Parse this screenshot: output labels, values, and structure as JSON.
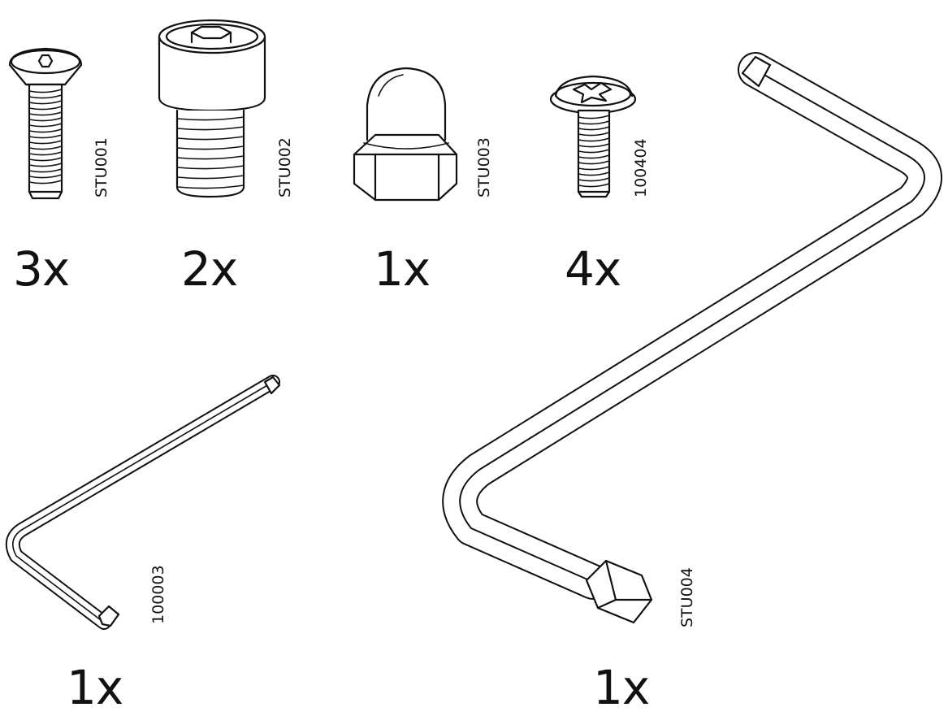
{
  "parts": [
    {
      "id": "stu001",
      "code": "STU001",
      "quantity": "3x",
      "icon": "countersunk-hex-screw-icon"
    },
    {
      "id": "stu002",
      "code": "STU002",
      "quantity": "2x",
      "icon": "socket-cap-screw-icon"
    },
    {
      "id": "stu003",
      "code": "STU003",
      "quantity": "1x",
      "icon": "acorn-cap-nut-icon"
    },
    {
      "id": "p100404",
      "code": "100404",
      "quantity": "4x",
      "icon": "pan-head-phillips-screw-icon"
    },
    {
      "id": "p100003",
      "code": "100003",
      "quantity": "1x",
      "icon": "small-allen-key-icon"
    },
    {
      "id": "stu004",
      "code": "STU004",
      "quantity": "1x",
      "icon": "large-z-allen-key-icon"
    }
  ],
  "colors": {
    "ink": "#111111",
    "background": "#ffffff"
  }
}
